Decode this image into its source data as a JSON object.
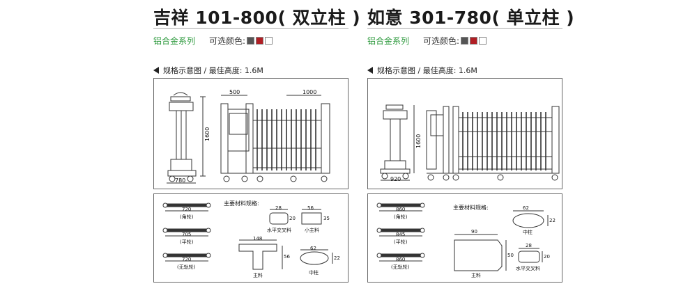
{
  "left": {
    "title": "吉祥 101-800( 双立柱 )",
    "series": "铝合金系列",
    "colors_label": "可选颜色:",
    "swatches": [
      "#555555",
      "#b01e24",
      "#ffffff"
    ],
    "spec_label": "规格示意图 / 最佳高度: 1.6M",
    "dims": {
      "width": "780",
      "height": "1600",
      "top_a": "500",
      "top_b": "1000"
    },
    "materials_title": "主要材料规格:",
    "wheels": [
      {
        "value": "720",
        "label": "(角轮)"
      },
      {
        "value": "705",
        "label": "(平轮)"
      },
      {
        "value": "720",
        "label": "(无轨轮)"
      }
    ],
    "materials": [
      {
        "name": "水平交叉料",
        "w": "28",
        "h": "20"
      },
      {
        "name": "小主料",
        "w": "56",
        "h": "35"
      },
      {
        "name": "主料",
        "w": "148",
        "h": "56"
      },
      {
        "name": "中柱",
        "w": "62",
        "h": "22"
      }
    ]
  },
  "right": {
    "title": "如意 301-780( 单立柱 )",
    "series": "铝合金系列",
    "colors_label": "可选颜色:",
    "swatches": [
      "#555555",
      "#b01e24",
      "#ffffff"
    ],
    "spec_label": "规格示意图 / 最佳高度: 1.6M",
    "dims": {
      "width": "920",
      "height": "1600"
    },
    "materials_title": "主要材料规格:",
    "wheels": [
      {
        "value": "860",
        "label": "(角轮)"
      },
      {
        "value": "845",
        "label": "(平轮)"
      },
      {
        "value": "860",
        "label": "(无轨轮)"
      }
    ],
    "materials": [
      {
        "name": "中柱",
        "w": "62",
        "h": "22"
      },
      {
        "name": "主料",
        "w": "90",
        "h": "50"
      },
      {
        "name": "水平交叉料",
        "w": "28",
        "h": "20"
      }
    ]
  }
}
